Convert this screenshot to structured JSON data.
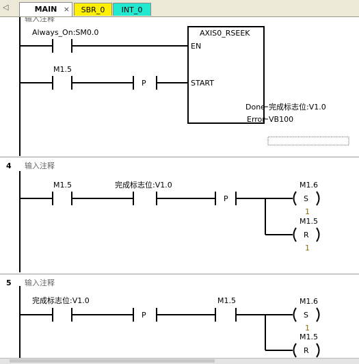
{
  "tabs": [
    {
      "label": "MAIN",
      "active": true
    },
    {
      "label": "SBR_0"
    },
    {
      "label": "INT_0"
    }
  ],
  "tab_close": "×",
  "tab_scroll": "◁",
  "colors": {
    "rail": "#000000",
    "separator": "#9a9a9a",
    "preset": "#8a6d00",
    "header_text": "#666666"
  },
  "network3": {
    "comment": "输入注释",
    "contact1_label": "Always_On:SM0.0",
    "contact2_label": "M1.5",
    "p_label": "P",
    "box_title": "AXIS0_RSEEK",
    "pin_en": "EN",
    "pin_start": "START",
    "pin_done": "Done",
    "pin_error": "Error",
    "done_out": "完成标志位:V1.0",
    "error_out": "VB100"
  },
  "network4": {
    "number": "4",
    "comment": "输入注释",
    "contact1_label": "M1.5",
    "contact2_label": "完成标志位:V1.0",
    "p_label": "P",
    "coil1_label": "M1.6",
    "coil1_type": "S",
    "coil1_n": "1",
    "coil2_label": "M1.5",
    "coil2_type": "R",
    "coil2_n": "1"
  },
  "network5": {
    "number": "5",
    "comment": "输入注释",
    "contact1_label": "完成标志位:V1.0",
    "p_label": "P",
    "contact2_label": "M1.5",
    "coil1_label": "M1.6",
    "coil1_type": "S",
    "coil1_n": "1",
    "coil2_label": "M1.5",
    "coil2_type": "R"
  }
}
